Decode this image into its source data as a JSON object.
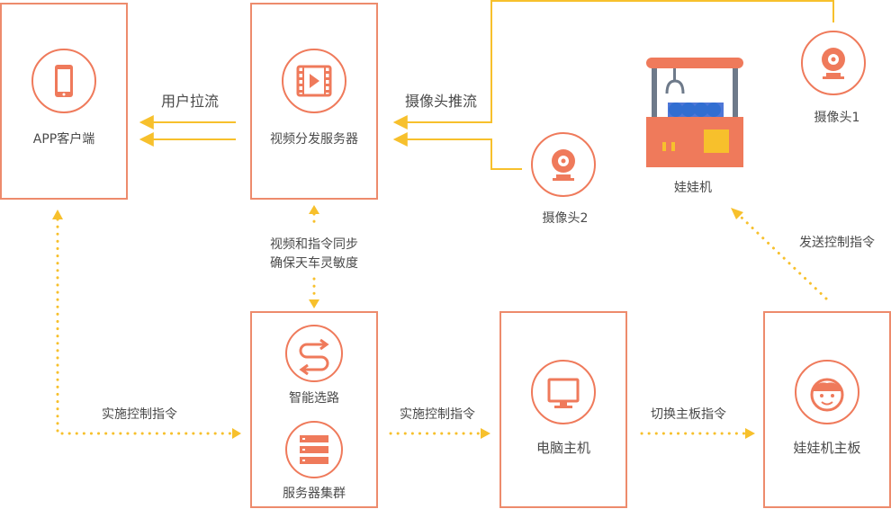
{
  "nodes": {
    "app_client": "APP客户端",
    "video_server": "视频分发服务器",
    "camera1": "摄像头1",
    "camera2": "摄像头2",
    "claw_machine": "娃娃机",
    "smart_routing": "智能选路",
    "server_cluster": "服务器集群",
    "pc_host": "电脑主机",
    "claw_mainboard": "娃娃机主板"
  },
  "edges": {
    "user_pull_stream": "用户拉流",
    "camera_push_stream": "摄像头推流",
    "sync_line1": "视频和指令同步",
    "sync_line2": "确保天车灵敏度",
    "execute_cmd_left": "实施控制指令",
    "execute_cmd_mid": "实施控制指令",
    "switch_board_cmd": "切换主板指令",
    "send_control_cmd": "发送控制指令"
  },
  "colors": {
    "box_border": "#ed8b6c",
    "icon_accent": "#ef7a5b",
    "line_yellow": "#f7c02c",
    "text": "#4a4a4a"
  },
  "icons": [
    "phone-icon",
    "film-icon",
    "camera-icon",
    "route-icon",
    "server-stack-icon",
    "monitor-icon",
    "face-icon",
    "claw-machine-icon"
  ]
}
